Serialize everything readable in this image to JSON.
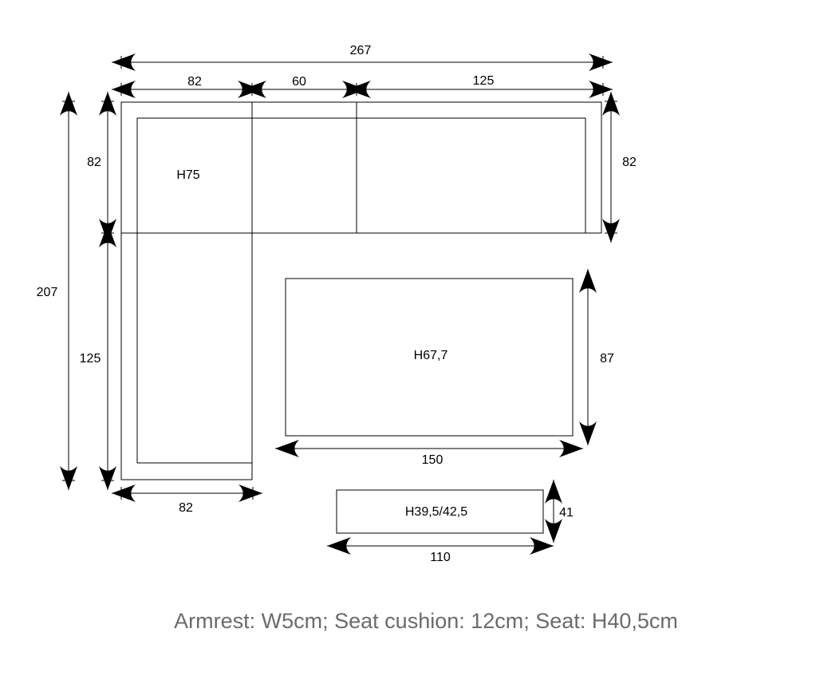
{
  "dimensions": {
    "total_width": "267",
    "seg_left": "82",
    "seg_middle": "60",
    "seg_right": "125",
    "total_depth": "207",
    "left_top_depth": "82",
    "left_chaise_length": "125",
    "right_depth": "82",
    "chaise_width": "82",
    "table_depth": "87",
    "table_width": "150",
    "ottoman_depth": "41",
    "ottoman_width": "110"
  },
  "heights": {
    "sofa": "H75",
    "table": "H67,7",
    "ottoman": "H39,5/42,5"
  },
  "caption": "Armrest: W5cm; Seat cushion: 12cm; Seat: H40,5cm"
}
